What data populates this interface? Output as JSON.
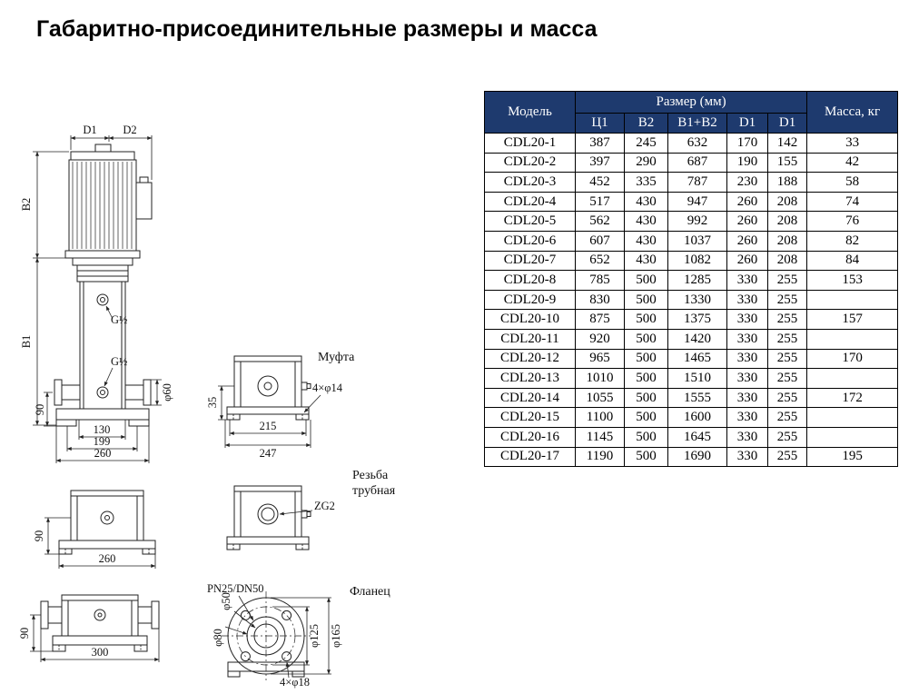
{
  "page": {
    "title": "Габаритно-присоединительные размеры и масса"
  },
  "colors": {
    "header_bg": "#1e3a6e",
    "header_text": "#ffffff",
    "border": "#000000"
  },
  "table": {
    "header": {
      "model": "Модель",
      "size_group": "Размер (мм)",
      "mass": "Масса, кг",
      "columns": [
        "Ц1",
        "B2",
        "B1+B2",
        "D1",
        "D1"
      ]
    },
    "rows": [
      {
        "model": "CDL20-1",
        "b1": "387",
        "b2": "245",
        "b1b2": "632",
        "d1": "170",
        "d2": "142",
        "mass": "33"
      },
      {
        "model": "CDL20-2",
        "b1": "397",
        "b2": "290",
        "b1b2": "687",
        "d1": "190",
        "d2": "155",
        "mass": "42"
      },
      {
        "model": "CDL20-3",
        "b1": "452",
        "b2": "335",
        "b1b2": "787",
        "d1": "230",
        "d2": "188",
        "mass": "58"
      },
      {
        "model": "CDL20-4",
        "b1": "517",
        "b2": "430",
        "b1b2": "947",
        "d1": "260",
        "d2": "208",
        "mass": "74"
      },
      {
        "model": "CDL20-5",
        "b1": "562",
        "b2": "430",
        "b1b2": "992",
        "d1": "260",
        "d2": "208",
        "mass": "76"
      },
      {
        "model": "CDL20-6",
        "b1": "607",
        "b2": "430",
        "b1b2": "1037",
        "d1": "260",
        "d2": "208",
        "mass": "82"
      },
      {
        "model": "CDL20-7",
        "b1": "652",
        "b2": "430",
        "b1b2": "1082",
        "d1": "260",
        "d2": "208",
        "mass": "84"
      },
      {
        "model": "CDL20-8",
        "b1": "785",
        "b2": "500",
        "b1b2": "1285",
        "d1": "330",
        "d2": "255",
        "mass": "153"
      },
      {
        "model": "CDL20-9",
        "b1": "830",
        "b2": "500",
        "b1b2": "1330",
        "d1": "330",
        "d2": "255",
        "mass": ""
      },
      {
        "model": "CDL20-10",
        "b1": "875",
        "b2": "500",
        "b1b2": "1375",
        "d1": "330",
        "d2": "255",
        "mass": "157"
      },
      {
        "model": "CDL20-11",
        "b1": "920",
        "b2": "500",
        "b1b2": "1420",
        "d1": "330",
        "d2": "255",
        "mass": ""
      },
      {
        "model": "CDL20-12",
        "b1": "965",
        "b2": "500",
        "b1b2": "1465",
        "d1": "330",
        "d2": "255",
        "mass": "170"
      },
      {
        "model": "CDL20-13",
        "b1": "1010",
        "b2": "500",
        "b1b2": "1510",
        "d1": "330",
        "d2": "255",
        "mass": ""
      },
      {
        "model": "CDL20-14",
        "b1": "1055",
        "b2": "500",
        "b1b2": "1555",
        "d1": "330",
        "d2": "255",
        "mass": "172"
      },
      {
        "model": "CDL20-15",
        "b1": "1100",
        "b2": "500",
        "b1b2": "1600",
        "d1": "330",
        "d2": "255",
        "mass": ""
      },
      {
        "model": "CDL20-16",
        "b1": "1145",
        "b2": "500",
        "b1b2": "1645",
        "d1": "330",
        "d2": "255",
        "mass": ""
      },
      {
        "model": "CDL20-17",
        "b1": "1190",
        "b2": "500",
        "b1b2": "1690",
        "d1": "330",
        "d2": "255",
        "mass": "195"
      }
    ]
  },
  "drawings": {
    "pump": {
      "d1": "D1",
      "d2": "D2",
      "b1": "B1",
      "b2": "B2",
      "port_top": "G½",
      "port_bottom": "G½",
      "dim_130": "130",
      "dim_199": "199",
      "dim_260": "260",
      "dim_90": "90",
      "phi60": "φ60"
    },
    "coupling": {
      "title": "Муфта",
      "dim_35": "35",
      "dim_215": "215",
      "dim_247": "247",
      "holes": "4×φ14"
    },
    "thread": {
      "title_line1": "Резьба",
      "title_line2": "трубная",
      "thread_size": "ZG2",
      "dim_90": "90",
      "dim_260": "260"
    },
    "flange": {
      "title": "Фланец",
      "rating": "PN25/DN50",
      "phi50": "φ50",
      "phi80": "φ80",
      "phi125": "φ125",
      "phi165": "φ165",
      "holes": "4×φ18",
      "dim_90": "90",
      "dim_300": "300"
    }
  }
}
